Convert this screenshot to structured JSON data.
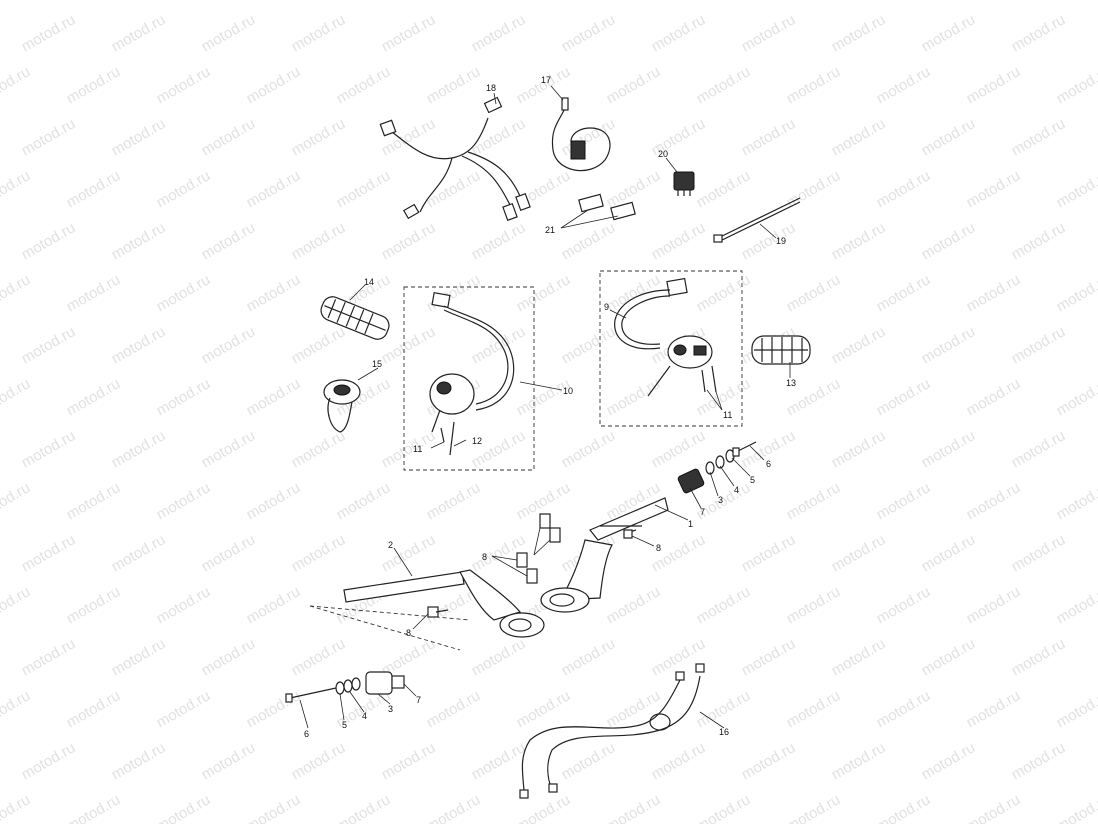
{
  "watermark": "motod.ru",
  "callouts": {
    "c1": "1",
    "c2": "2",
    "c3a": "3",
    "c3b": "3",
    "c4a": "4",
    "c4b": "4",
    "c5a": "5",
    "c5b": "5",
    "c6a": "6",
    "c6b": "6",
    "c7a": "7",
    "c7b": "7",
    "c8a": "8",
    "c8b": "8",
    "c8c": "8",
    "c9": "9",
    "c10": "10",
    "c11a": "11",
    "c11b": "11",
    "c12": "12",
    "c13": "13",
    "c14": "14",
    "c15": "15",
    "c16": "16",
    "c17": "17",
    "c18": "18",
    "c19": "19",
    "c20": "20",
    "c21": "21"
  }
}
